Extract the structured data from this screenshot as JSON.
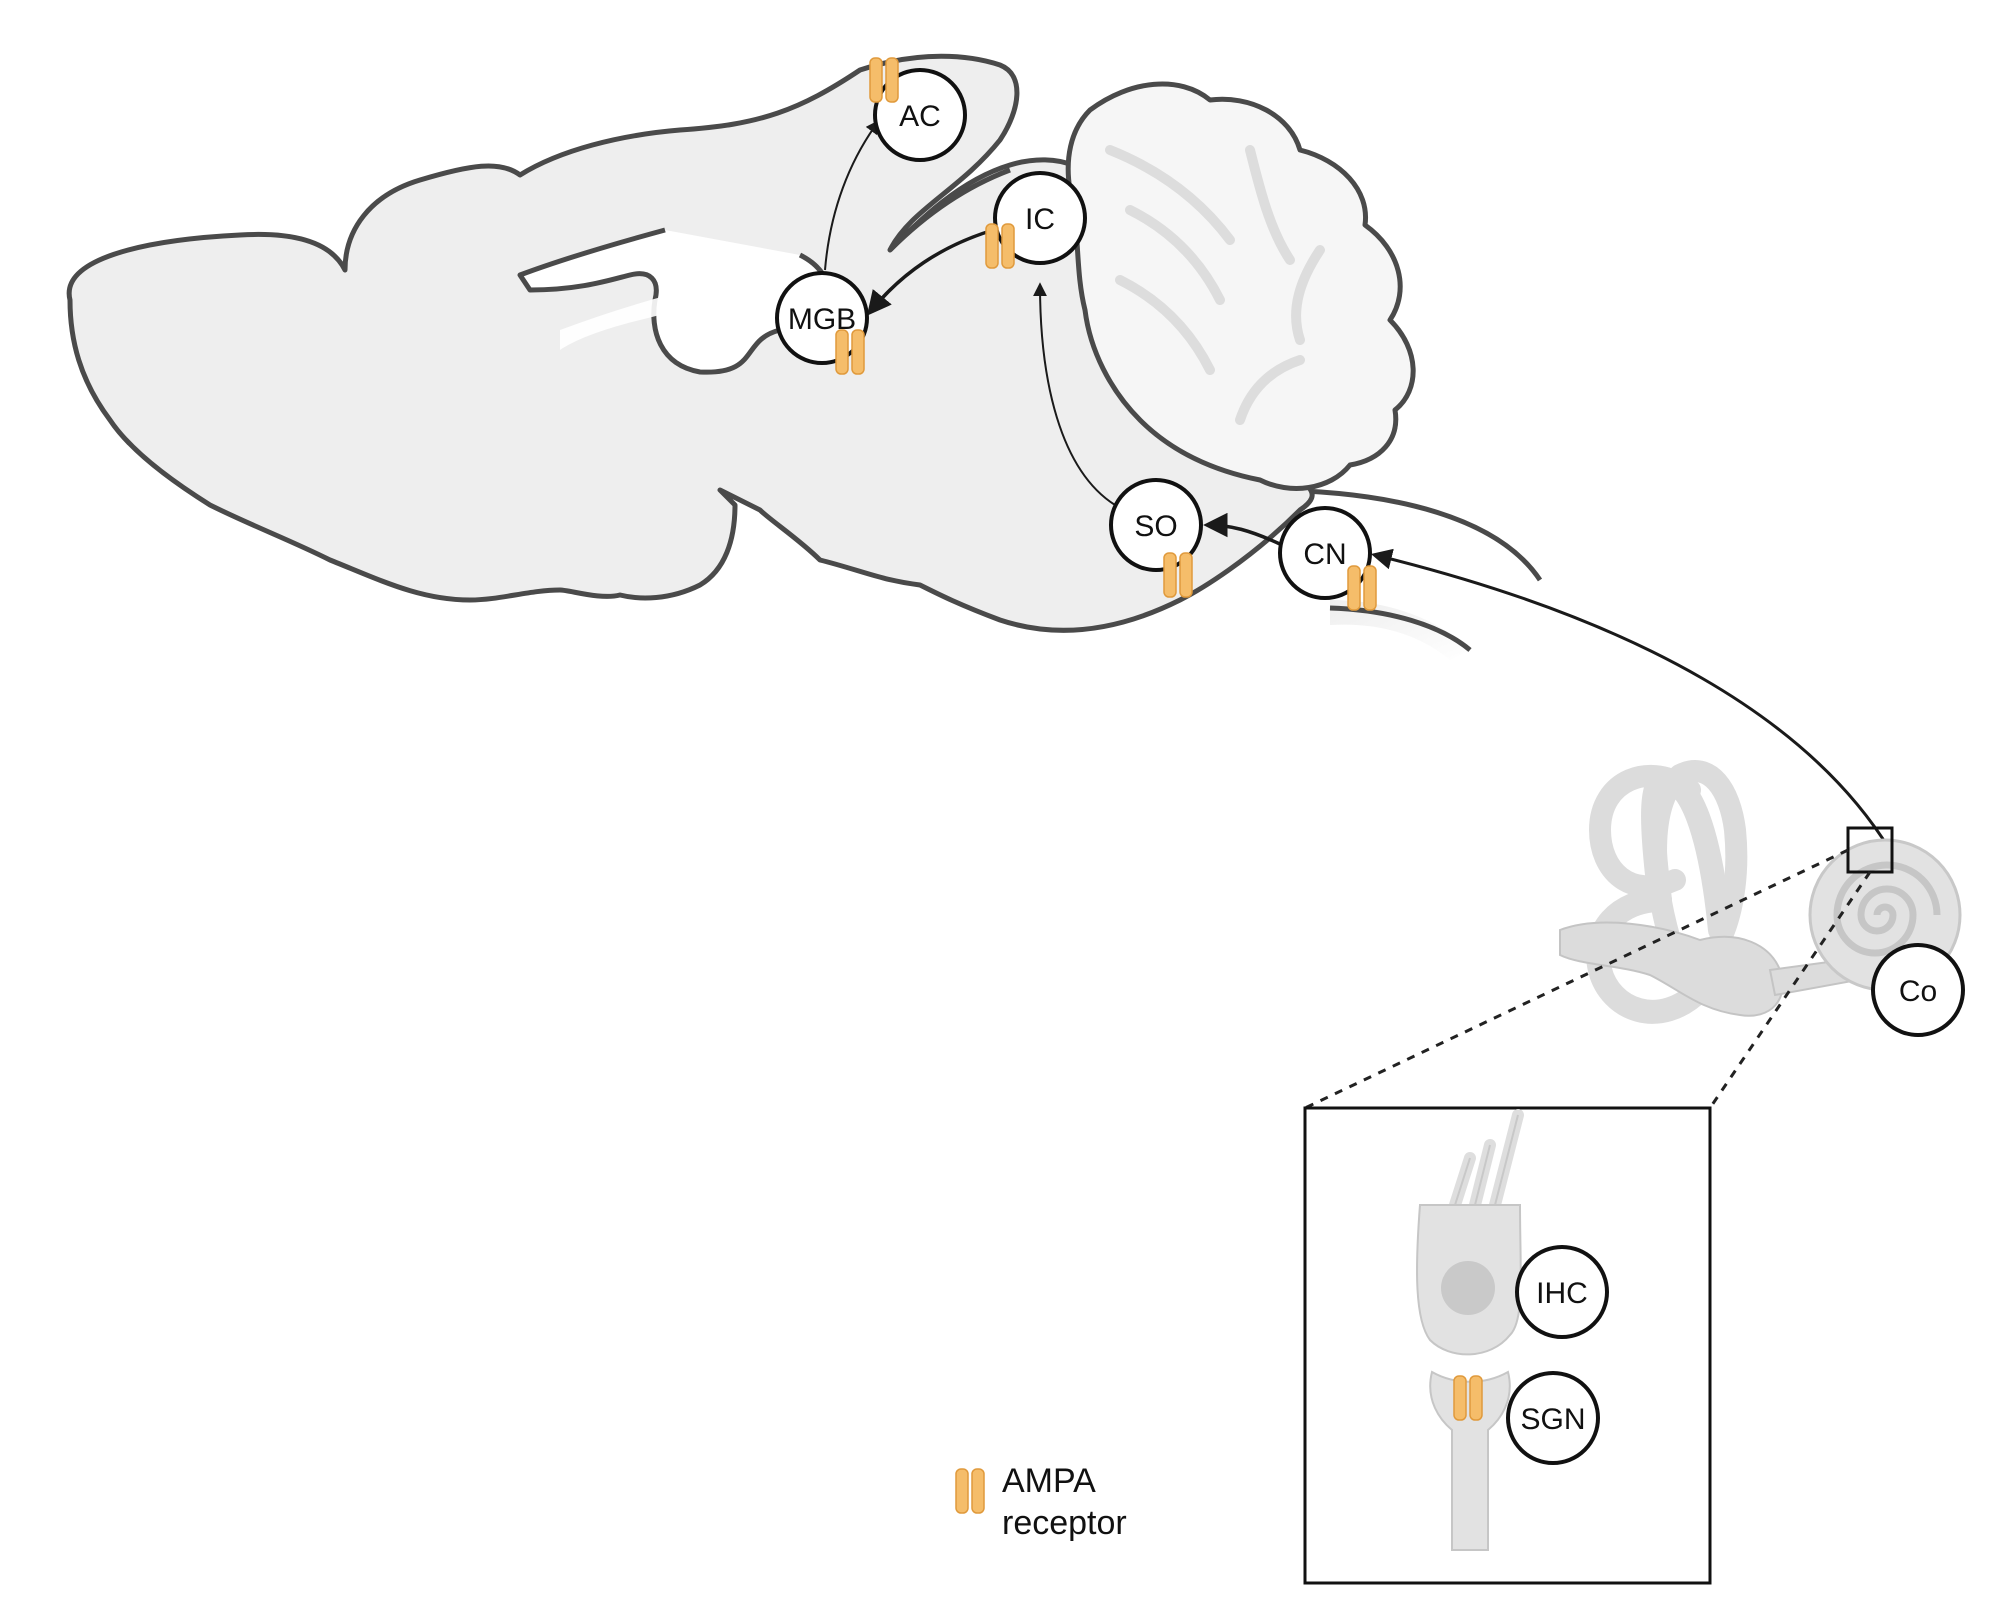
{
  "nodes": {
    "ac": "AC",
    "ic": "IC",
    "mgb": "MGB",
    "so": "SO",
    "cn": "CN",
    "co": "Co",
    "ihc": "IHC",
    "sgn": "SGN"
  },
  "legend": {
    "line1": "AMPA",
    "line2": "receptor"
  },
  "colors": {
    "brain_fill": "#eeeeee",
    "outline": "#4a4a4a",
    "receptor": "#f5bd6a",
    "receptor_edge": "#e09a3c",
    "ear_fill": "#dcdcdc",
    "arrow": "#1a1a1a"
  }
}
